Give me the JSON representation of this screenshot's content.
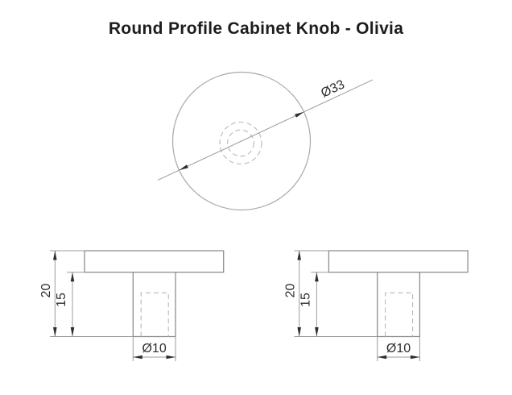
{
  "title": "Round Profile Cabinet Knob - Olivia",
  "top_view": {
    "diameter_label": "Ø33"
  },
  "front_view": {
    "overall_height_label": "20",
    "stem_height_label": "15",
    "stem_diameter_label": "Ø10"
  },
  "side_view": {
    "overall_height_label": "20",
    "stem_height_label": "15",
    "stem_diameter_label": "Ø10"
  },
  "colors": {
    "background": "#ffffff",
    "title_text": "#1d1d1f",
    "part_outline": "#8e8e8e",
    "hidden_line": "#b8b8b8",
    "dimension_line": "#9b9b9b",
    "dimension_text": "#2e2e2e"
  }
}
